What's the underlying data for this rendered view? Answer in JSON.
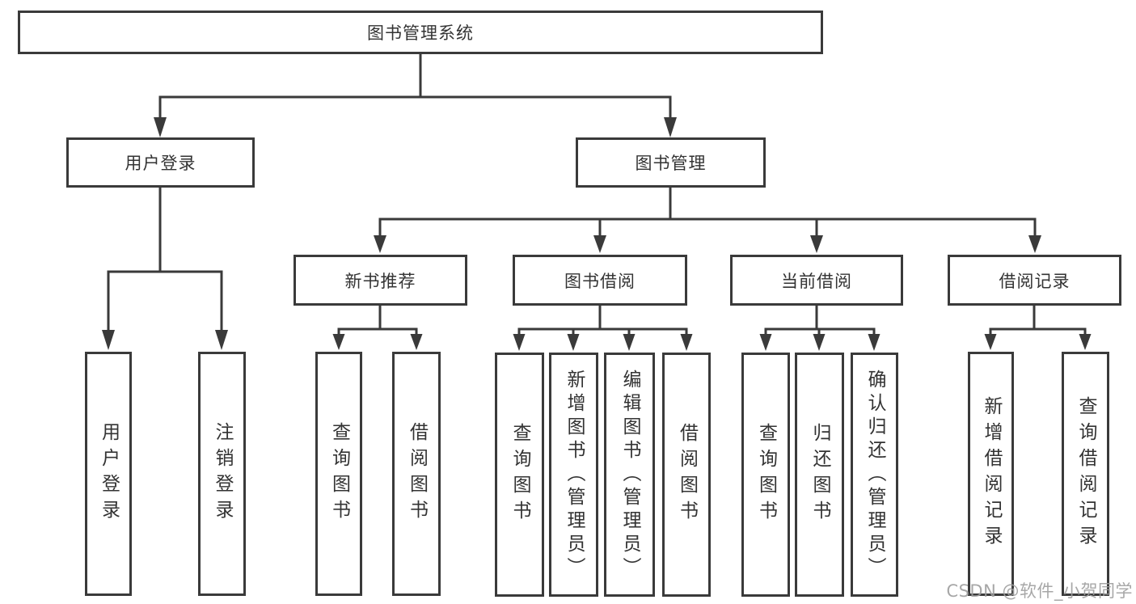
{
  "root": {
    "label": "图书管理系统"
  },
  "level2": [
    {
      "label": "用户登录"
    },
    {
      "label": "图书管理"
    }
  ],
  "level3": [
    {
      "label": "新书推荐"
    },
    {
      "label": "图书借阅"
    },
    {
      "label": "当前借阅"
    },
    {
      "label": "借阅记录"
    }
  ],
  "leaves": {
    "login": [
      "用户登录",
      "注销登录"
    ],
    "recommend": [
      "查询图书",
      "借阅图书"
    ],
    "borrow": [
      "查询图书",
      "新增图书（管理员）",
      "编辑图书（管理员）",
      "借阅图书"
    ],
    "current": [
      "查询图书",
      "归还图书",
      "确认归还（管理员）"
    ],
    "records": [
      "新增借阅记录",
      "查询借阅记录"
    ]
  },
  "watermark": {
    "text": "CSDN @软件_小贺同学"
  },
  "colors": {
    "line": "#3a3a3a",
    "text": "#333333",
    "watermark": "#9e9e9e",
    "background": "#ffffff"
  }
}
